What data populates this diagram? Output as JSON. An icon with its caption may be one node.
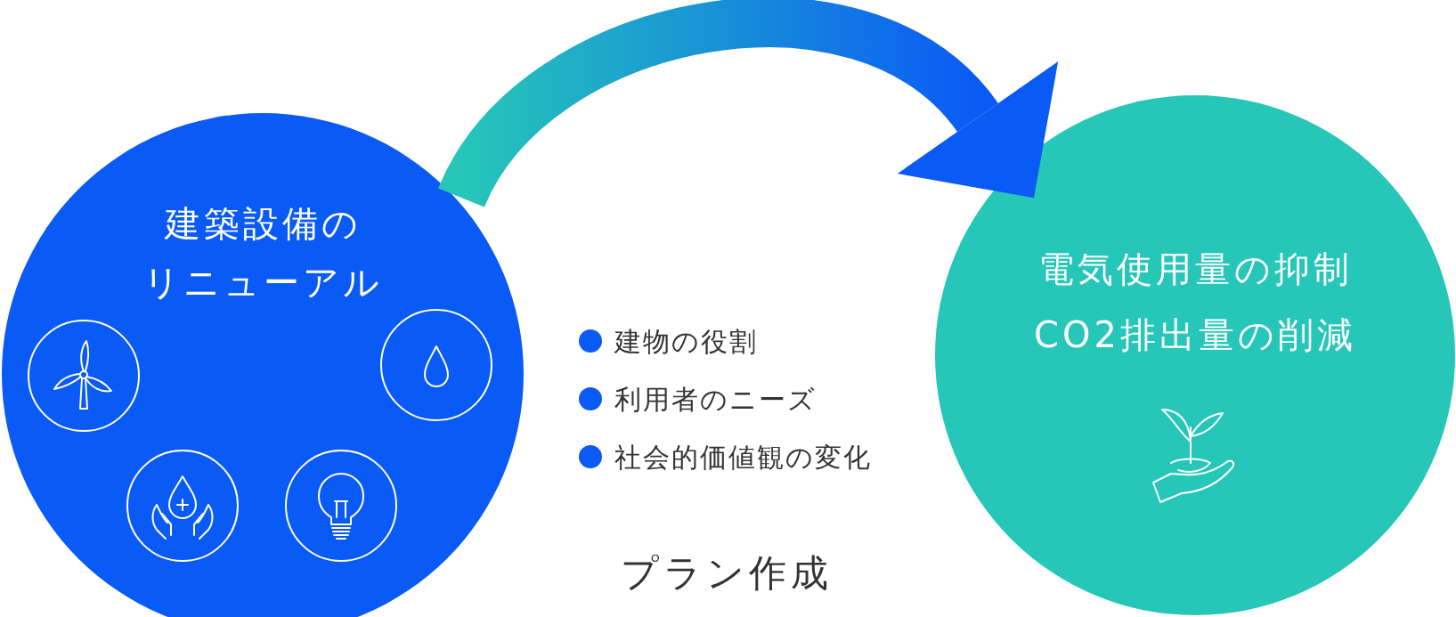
{
  "diagram": {
    "nodes": [
      {
        "text": [
          "建築設備の",
          "リニューアル"
        ]
      },
      {
        "text": [
          "電気使用量の抑制",
          "CO2排出量の削減"
        ]
      }
    ],
    "edges": [
      {
        "from": 0,
        "to": 1,
        "arrow": "to"
      }
    ],
    "labels": [
      "建物の役割",
      "利用者のニーズ",
      "社会的価値観の変化",
      "プラン作成"
    ]
  }
}
